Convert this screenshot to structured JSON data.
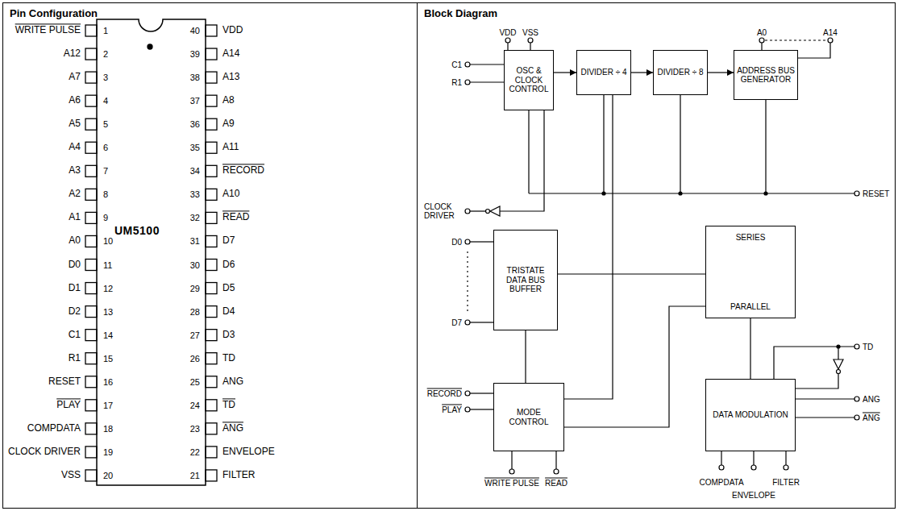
{
  "diagram": {
    "nodes": [
      {
        "text": [
          "Pin Configuration"
        ]
      },
      {
        "text": [
          "UM5100"
        ],
        "in": 0
      },
      {
        "text": [
          "Block Diagram"
        ]
      },
      {
        "text": [
          "OSC & CLOCK CONTROL"
        ],
        "in": 2
      },
      {
        "text": [
          "DIVIDER ÷ 4"
        ],
        "in": 2
      },
      {
        "text": [
          "DIVIDER ÷ 8"
        ],
        "in": 2
      },
      {
        "text": [
          "ADDRESS BUS GENERATOR"
        ],
        "in": 2
      },
      {
        "text": [
          "TRISTATE DATA BUS BUFFER"
        ],
        "in": 2
      },
      {
        "text": [
          "SERIES",
          "PARALLEL"
        ],
        "in": 2
      },
      {
        "text": [
          "MODE CONTROL"
        ],
        "in": 2
      },
      {
        "text": [
          "DATA MODULATION"
        ],
        "in": 2
      }
    ],
    "edges": [
      {
        "from": 3,
        "to": 4,
        "arrow": "to"
      },
      {
        "from": 4,
        "to": 5,
        "arrow": "to"
      },
      {
        "from": 5,
        "to": 6,
        "arrow": "to"
      },
      {
        "from": 9,
        "to": 7,
        "arrow": "none"
      },
      {
        "from": 7,
        "to": 8,
        "arrow": "none"
      },
      {
        "from": 8,
        "to": 10,
        "arrow": "none"
      },
      {
        "from": 9,
        "to": 4,
        "arrow": "none"
      },
      {
        "from": 9,
        "to": 8,
        "arrow": "none"
      }
    ],
    "labels": [
      "WRITE PULSE",
      "1",
      "40",
      "VDD",
      "A12",
      "2",
      "39",
      "A14",
      "A7",
      "3",
      "38",
      "A13",
      "A6",
      "4",
      "37",
      "A8",
      "A5",
      "5",
      "36",
      "A9",
      "A4",
      "6",
      "35",
      "A11",
      "A3",
      "7",
      "34",
      "RECORD",
      "A2",
      "8",
      "33",
      "A10",
      "A1",
      "9",
      "32",
      "READ",
      "A0",
      "10",
      "31",
      "D7",
      "D0",
      "11",
      "30",
      "D6",
      "D1",
      "12",
      "29",
      "D5",
      "D2",
      "13",
      "28",
      "D4",
      "C1",
      "14",
      "27",
      "D3",
      "R1",
      "15",
      "26",
      "TD",
      "RESET",
      "16",
      "25",
      "ANG",
      "PLAY",
      "17",
      "24",
      "TD",
      "COMPDATA",
      "18",
      "23",
      "ANG",
      "CLOCK DRIVER",
      "19",
      "22",
      "ENVELOPE",
      "VSS",
      "20",
      "21",
      "FILTER",
      "VDD",
      "VSS",
      "A0",
      "A14",
      "C1",
      "R1",
      "RESET",
      "CLOCK DRIVER",
      "D0",
      "D7",
      "TD",
      "RECORD",
      "PLAY",
      "ANG",
      "ANG",
      "WRITE PULSE",
      "READ",
      "COMPDATA",
      "ENVELOPE",
      "FILTER"
    ]
  }
}
